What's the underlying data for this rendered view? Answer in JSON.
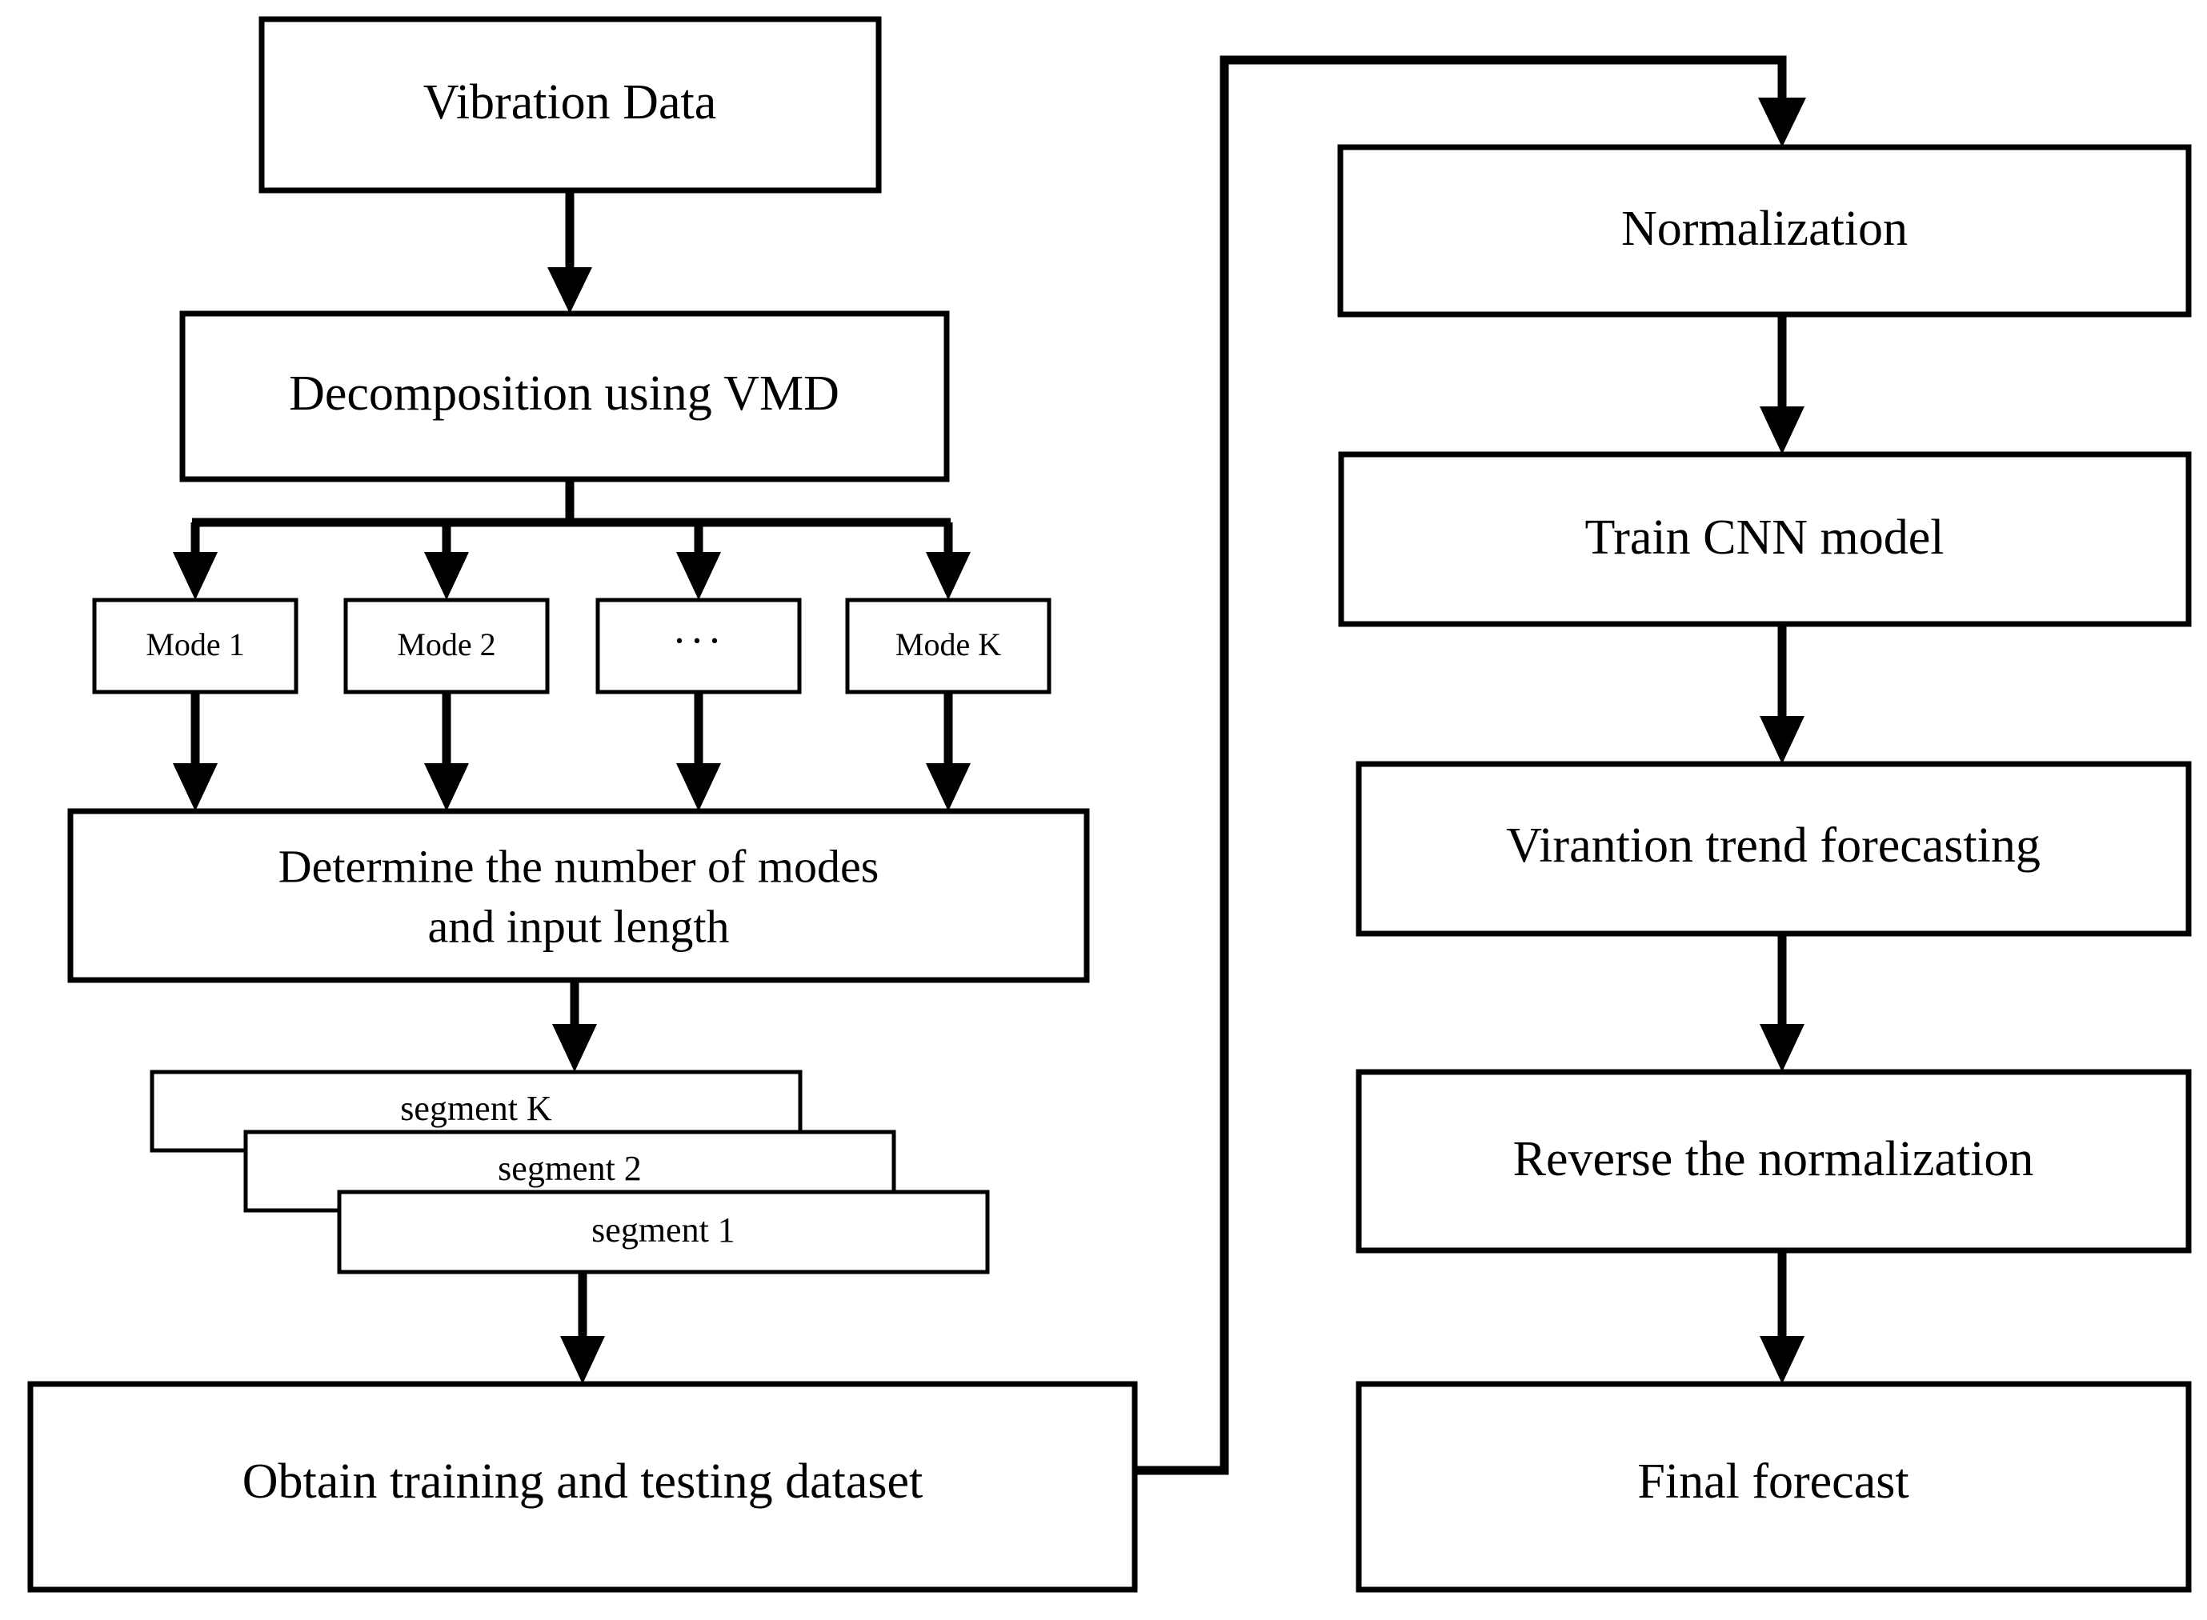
{
  "diagram": {
    "title": "VMD-CNN vibration trend forecasting flowchart",
    "type": "flowchart",
    "background_color": "#ffffff",
    "line_color": "#000000",
    "box_fill": "#ffffff"
  },
  "left_column": {
    "vibration_data": {
      "label": "Vibration Data"
    },
    "decomposition": {
      "label": "Decomposition using VMD"
    },
    "modes": [
      {
        "label": "Mode 1"
      },
      {
        "label": "Mode 2"
      },
      {
        "label": "···"
      },
      {
        "label": "Mode K"
      }
    ],
    "determine": {
      "line1": "Determine the number of modes",
      "line2": "and input length"
    },
    "segments": [
      {
        "label": "segment K"
      },
      {
        "label": "segment 2"
      },
      {
        "label": "segment 1"
      }
    ],
    "obtain_dataset": {
      "label": "Obtain training and testing dataset"
    }
  },
  "right_column": {
    "normalization": {
      "label": "Normalization"
    },
    "train_cnn": {
      "label": "Train CNN model"
    },
    "forecasting": {
      "label": "Virantion trend forecasting"
    },
    "reverse_normalization": {
      "label": "Reverse the normalization"
    },
    "final_forecast": {
      "label": "Final forecast"
    }
  },
  "connectors": {
    "vibration_to_decomposition": "arrow-down",
    "decomposition_fanout": "branch-down-4",
    "modes_to_determine": "arrow-down-4",
    "determine_to_segments": "arrow-down",
    "segment1_to_obtain": "arrow-down",
    "obtain_to_normalization": "loop-right-up-right-down",
    "normalization_to_train": "arrow-down",
    "train_to_forecasting": "arrow-down",
    "forecasting_to_reverse": "arrow-down",
    "reverse_to_final": "arrow-down"
  }
}
